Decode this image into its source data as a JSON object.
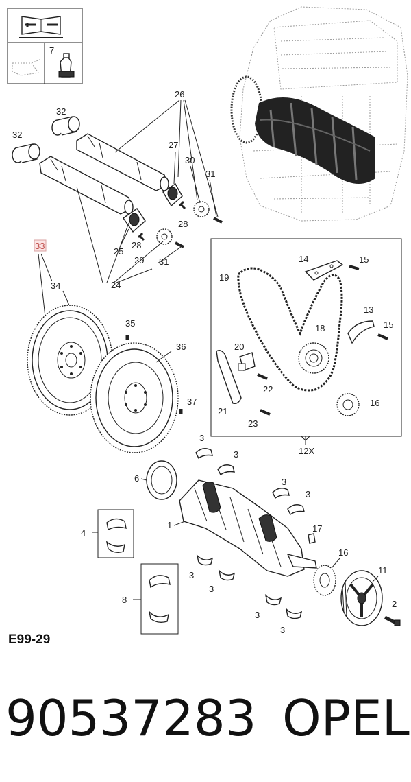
{
  "diagram": {
    "code": "E99-29",
    "part_number": "90537283",
    "brand": "OPEL",
    "inset_label": "12X",
    "highlighted_callout": "33",
    "callouts": {
      "c1": "1",
      "c2": "2",
      "c3": "3",
      "c4": "4",
      "c6": "6",
      "c7": "7",
      "c8": "8",
      "c11": "11",
      "c12": "12X",
      "c13": "13",
      "c14": "14",
      "c15": "15",
      "c16": "16",
      "c17": "17",
      "c18": "18",
      "c19": "19",
      "c20": "20",
      "c21": "21",
      "c22": "22",
      "c23": "23",
      "c24": "24",
      "c25": "25",
      "c26": "26",
      "c27": "27",
      "c28": "28",
      "c29": "29",
      "c30": "30",
      "c31": "31",
      "c32": "32",
      "c33": "33",
      "c34": "34",
      "c35": "35",
      "c36": "36",
      "c37": "37"
    }
  }
}
